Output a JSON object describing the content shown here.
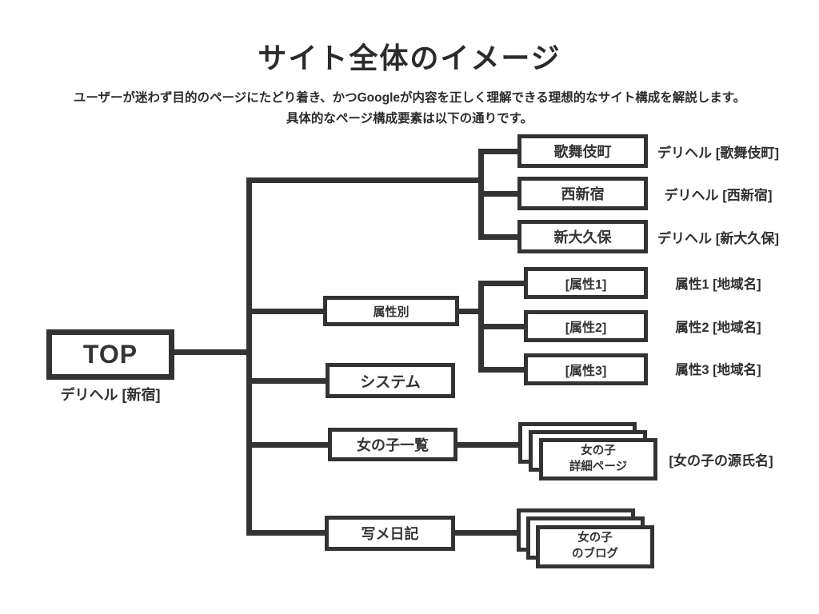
{
  "header": {
    "title": "サイト全体のイメージ",
    "subtitle": "ユーザーが迷わず目的のページにたどり着き、かつGoogleが内容を正しく理解できる理想的なサイト構成を解説します。 具体的なページ構成要素は以下の通りです。"
  },
  "diagram": {
    "root": {
      "label": "TOP",
      "caption": "デリヘル [新宿]"
    },
    "districts": [
      {
        "label": "歌舞伎町",
        "annotation": "デリヘル [歌舞伎町]"
      },
      {
        "label": "西新宿",
        "annotation": "デリヘル [西新宿]"
      },
      {
        "label": "新大久保",
        "annotation": "デリヘル [新大久保]"
      }
    ],
    "attribute_parent": {
      "label": "属性別"
    },
    "attributes": [
      {
        "label": "[属性1]",
        "annotation": "属性1 [地域名]"
      },
      {
        "label": "[属性2]",
        "annotation": "属性2 [地域名]"
      },
      {
        "label": "[属性3]",
        "annotation": "属性3 [地域名]"
      }
    ],
    "system": {
      "label": "システム"
    },
    "girl_list": {
      "label": "女の子一覧"
    },
    "girl_detail": {
      "line1": "女の子",
      "line2": "詳細ページ",
      "annotation": "[女の子の源氏名]"
    },
    "photo_diary": {
      "label": "写メ日記"
    },
    "girl_blog": {
      "line1": "女の子",
      "line2": "のブログ"
    }
  },
  "colors": {
    "line": "#333333",
    "title_text": "#2b2b2b",
    "background": "#ffffff"
  }
}
